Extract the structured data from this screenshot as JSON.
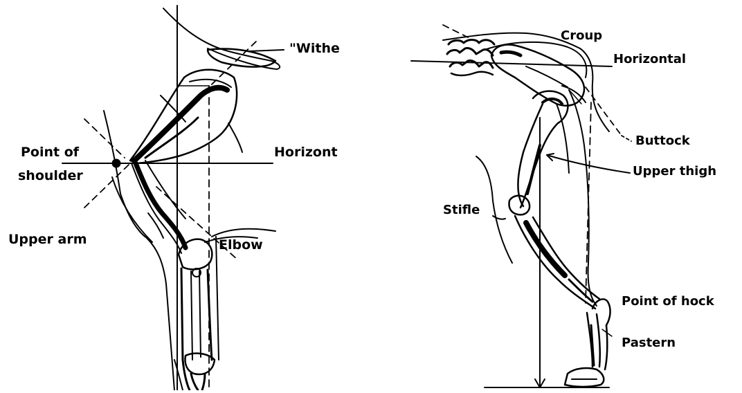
{
  "diagram": {
    "foreleg": {
      "withers": "\"Withe",
      "point_of_shoulder": [
        "Point of",
        "shoulder"
      ],
      "horizontal": "Horizont",
      "upper_arm": "Upper arm",
      "elbow": "Elbow"
    },
    "hindleg": {
      "croup": "Croup",
      "horizontal": "Horizontal",
      "buttock": "Buttock",
      "upper_thigh": "Upper thigh",
      "stifle": "Stifle",
      "point_of_hock": "Point of hock",
      "pastern": "Pastern"
    }
  }
}
